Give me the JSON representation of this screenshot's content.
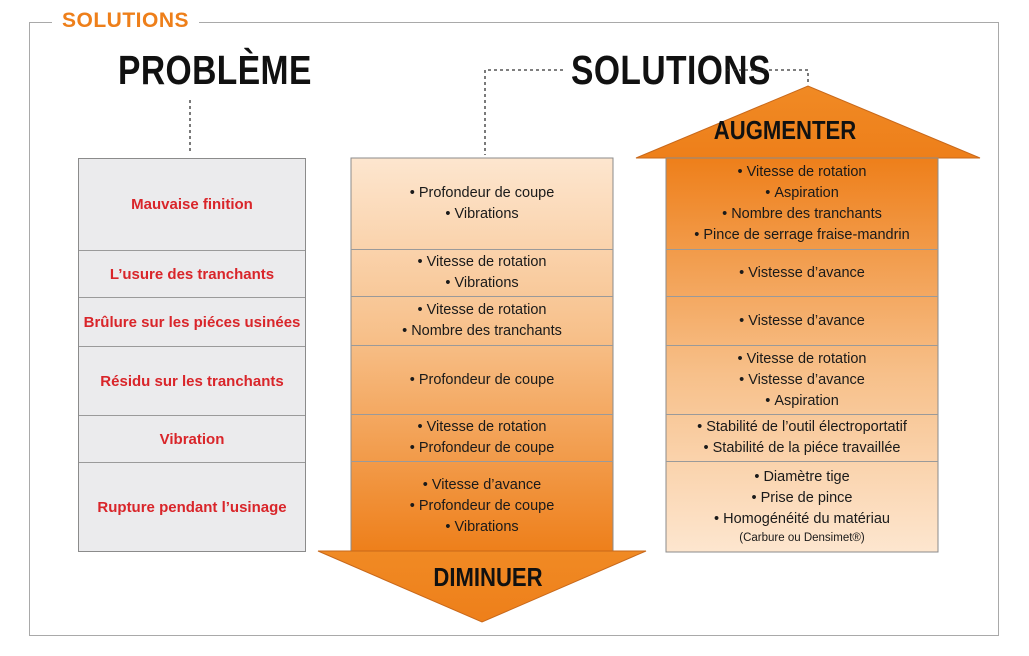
{
  "frame_label": "SOLUTIONS",
  "title_problem": "PROBLÈME",
  "title_solutions": "SOLUTIONS",
  "augmenter_label": "AUGMENTER",
  "diminuer_label": "DIMINUER",
  "colors": {
    "accent_orange": "#ee7f1a",
    "problem_red": "#d9252a",
    "problem_bg": "#ebebed"
  },
  "rows": [
    {
      "problem": "Mauvaise finition",
      "diminuer": [
        "Profondeur de coupe",
        "Vibrations"
      ],
      "augmenter": [
        "Vitesse de rotation",
        "Aspiration",
        "Nombre des tranchants",
        "Pince de serrage fraise-mandrin"
      ]
    },
    {
      "problem": "L’usure des tranchants",
      "diminuer": [
        "Vitesse de rotation",
        "Vibrations"
      ],
      "augmenter": [
        "Vistesse d’avance"
      ]
    },
    {
      "problem": "Brûlure sur les piéces usinées",
      "diminuer": [
        "Vitesse de rotation",
        "Nombre des tranchants"
      ],
      "augmenter": [
        "Vistesse d’avance"
      ]
    },
    {
      "problem": "Résidu sur les tranchants",
      "diminuer": [
        "Profondeur de coupe"
      ],
      "augmenter": [
        "Vitesse de rotation",
        "Vistesse d’avance",
        "Aspiration"
      ]
    },
    {
      "problem": "Vibration",
      "diminuer": [
        "Vitesse de rotation",
        "Profondeur de coupe"
      ],
      "augmenter": [
        "Stabilité de l’outil électroportatif",
        "Stabilité de la piéce travaillée"
      ]
    },
    {
      "problem": "Rupture pendant l’usinage",
      "diminuer": [
        "Vitesse d’avance",
        "Profondeur de coupe",
        "Vibrations"
      ],
      "augmenter": [
        "Diamètre tige",
        "Prise de pince",
        "Homogénéité du matériau"
      ],
      "augmenter_note": "(Carbure ou Densimet®)"
    }
  ]
}
